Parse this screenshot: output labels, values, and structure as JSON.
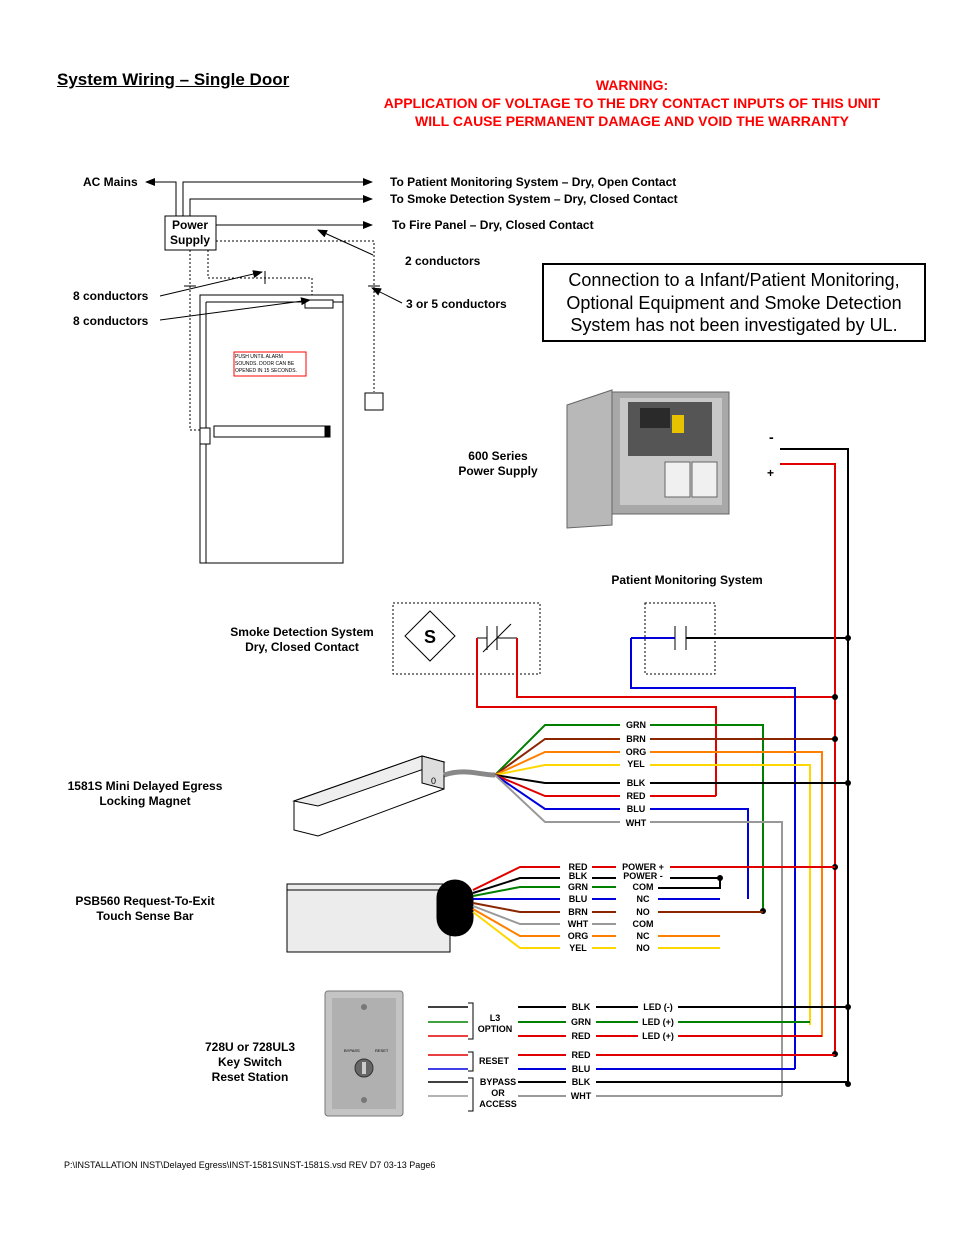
{
  "title": "System Wiring – Single Door",
  "warning": {
    "heading": "WARNING:",
    "line1": "APPLICATION OF VOLTAGE TO THE DRY CONTACT INPUTS OF THIS UNIT",
    "line2": "WILL CAUSE PERMANENT DAMAGE AND VOID THE WARRANTY"
  },
  "ul_note": {
    "line1": "Connection to a Infant/Patient Monitoring,",
    "line2": "Optional Equipment and Smoke Detection",
    "line3": "System has not been investigated by UL."
  },
  "top_labels": {
    "ac_mains": "AC Mains",
    "power": "Power",
    "supply": "Supply",
    "patient": "To Patient Monitoring System – Dry, Open Contact",
    "smoke": "To Smoke Detection System – Dry, Closed Contact",
    "fire": "To Fire Panel – Dry, Closed Contact",
    "two_conductors": "2 conductors",
    "eight_conductors_1": "8 conductors",
    "eight_conductors_2": "8 conductors",
    "three_five_conductors": "3 or 5 conductors"
  },
  "door_sign": {
    "line1": "PUSH UNTIL ALARM",
    "line2": "SOUNDS. DOOR CAN BE",
    "line3": "OPENED IN 15 SECONDS."
  },
  "power_supply": {
    "label1": "600 Series",
    "label2": "Power Supply",
    "minus": "-",
    "plus": "+"
  },
  "patient_system": "Patient Monitoring System",
  "smoke_system": {
    "line1": "Smoke Detection System",
    "line2": "Dry, Closed Contact",
    "symbol": "S"
  },
  "magnet": {
    "line1": "1581S Mini Delayed Egress",
    "line2": "Locking Magnet",
    "wires": [
      "GRN",
      "BRN",
      "ORG",
      "YEL",
      "BLK",
      "RED",
      "BLU",
      "WHT"
    ],
    "face": "0"
  },
  "touch_bar": {
    "line1": "PSB560 Request-To-Exit",
    "line2": "Touch Sense Bar",
    "wires": [
      "RED",
      "BLK",
      "GRN",
      "BLU",
      "BRN",
      "WHT",
      "ORG",
      "YEL"
    ],
    "terminals": [
      "POWER +",
      "POWER -",
      "COM",
      "NC",
      "NO",
      "COM",
      "NC",
      "NO"
    ]
  },
  "key_switch": {
    "line1": "728U or 728UL3",
    "line2": "Key Switch",
    "line3": "Reset Station",
    "plate_left": "BYPASS",
    "plate_right": "RESET",
    "groups": {
      "l3_a": "L3",
      "l3_b": "OPTION",
      "reset": "RESET",
      "bypass_a": "BYPASS",
      "bypass_b": "OR",
      "bypass_c": "ACCESS"
    },
    "wires": [
      "BLK",
      "GRN",
      "RED",
      "RED",
      "BLU",
      "BLK",
      "WHT"
    ],
    "leds": [
      "LED (-)",
      "LED (+)",
      "LED (+)"
    ]
  },
  "footer": "P:\\INSTALLATION INST\\Delayed Egress\\INST-1581S\\INST-1581S.vsd     REV D7     03-13     Page6",
  "colors": {
    "warning": "#ff0000",
    "red": "#e00000",
    "blue": "#0000dd",
    "green": "#008000",
    "brown": "#8b2500",
    "orange": "#ff7f00",
    "yellow": "#ffd700",
    "gray": "#999999"
  }
}
